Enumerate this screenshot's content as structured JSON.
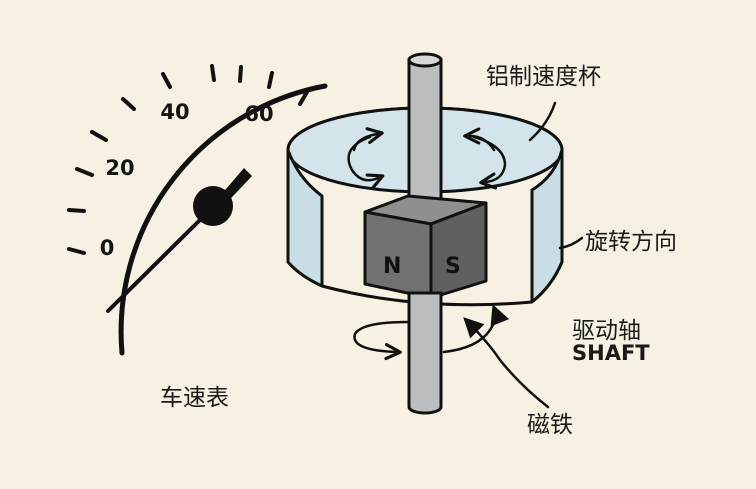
{
  "speedometer": {
    "ticks": [
      "0",
      "20",
      "40",
      "60"
    ],
    "label": "车速表"
  },
  "labels": {
    "aluminum_cup": "铝制速度杯",
    "rotation_direction": "旋转方向",
    "drive_shaft_cn": "驱动轴",
    "drive_shaft_en": "SHAFT",
    "magnet": "磁铁"
  },
  "magnet_poles": {
    "north": "N",
    "south": "S"
  },
  "colors": {
    "background": "#f6f1e3",
    "cup_fill": "#cfe2e8",
    "shaft": "#b9bcbc",
    "magnet": "#6e7070",
    "ink": "#111111"
  }
}
